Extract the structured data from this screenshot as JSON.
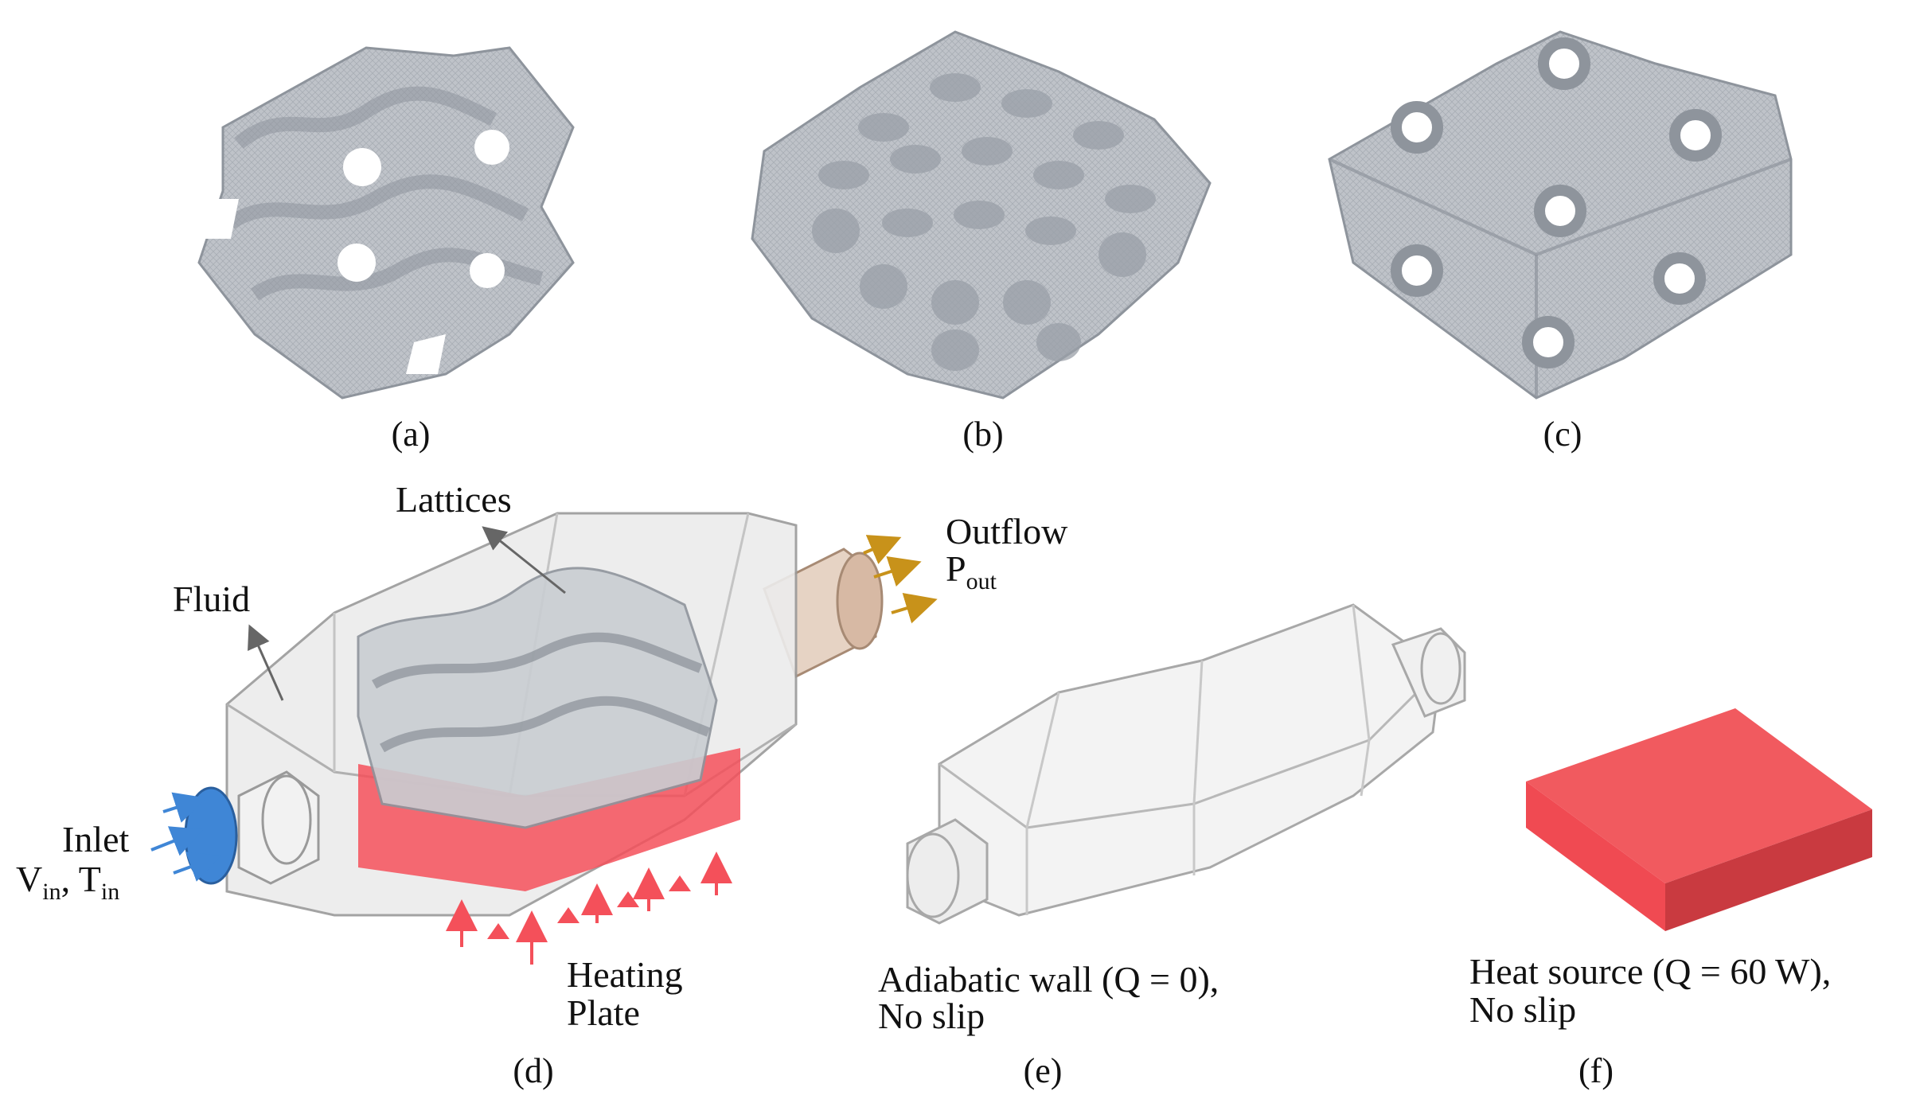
{
  "panels": [
    {
      "id": "a",
      "caption": "(a)"
    },
    {
      "id": "b",
      "caption": "(b)"
    },
    {
      "id": "c",
      "caption": "(c)"
    },
    {
      "id": "d",
      "caption": "(d)"
    },
    {
      "id": "e",
      "caption": "(e)"
    },
    {
      "id": "f",
      "caption": "(f)"
    }
  ],
  "annotations_d": {
    "lattices": "Lattices",
    "fluid": "Fluid",
    "outflow": "Outflow",
    "p_base": "P",
    "p_sub": "out",
    "inlet": "Inlet",
    "v_base": "V",
    "v_sub": "in",
    "t_sep": ", T",
    "t_sub": "in",
    "heating_line1": "Heating",
    "heating_line2": "Plate"
  },
  "annotations_e": {
    "line1": "Adiabatic wall (Q = 0),",
    "line2": "No slip"
  },
  "annotations_f": {
    "line1": "Heat source (Q = 60 W),",
    "line2": "No slip"
  },
  "colors": {
    "lattice": "#b7bbc2",
    "lattice_shade": "#8e949c",
    "fluid_box": "#ececec",
    "heating": "#f4505a",
    "heat_source": "#f15a5f",
    "inlet": "#3f86d6",
    "outflow_arrow": "#c8921a",
    "outlet_pipe": "#d7b9a4"
  }
}
